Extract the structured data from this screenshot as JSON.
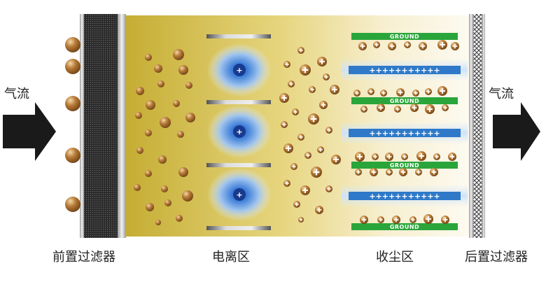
{
  "labels": {
    "airflow_in": "气流",
    "airflow_out": "气流",
    "pre_filter": "前置过滤器",
    "ionization_zone": "电离区",
    "collection_zone": "收尘区",
    "post_filter": "后置过滤器",
    "ground_plate": "GROUND",
    "charged_plate": "+++++++++++",
    "ion_symbol": "+"
  },
  "colors": {
    "chamber_left": "#c9b23a",
    "chamber_right": "#fbf6e6",
    "ground_green": "#2aa53a",
    "charged_blue": "#2f79c8",
    "arrow": "#1a1a1a",
    "particle": "#a86c2c"
  },
  "icons": {
    "arrow_in": "right-arrow-icon",
    "arrow_out": "right-arrow-icon"
  }
}
